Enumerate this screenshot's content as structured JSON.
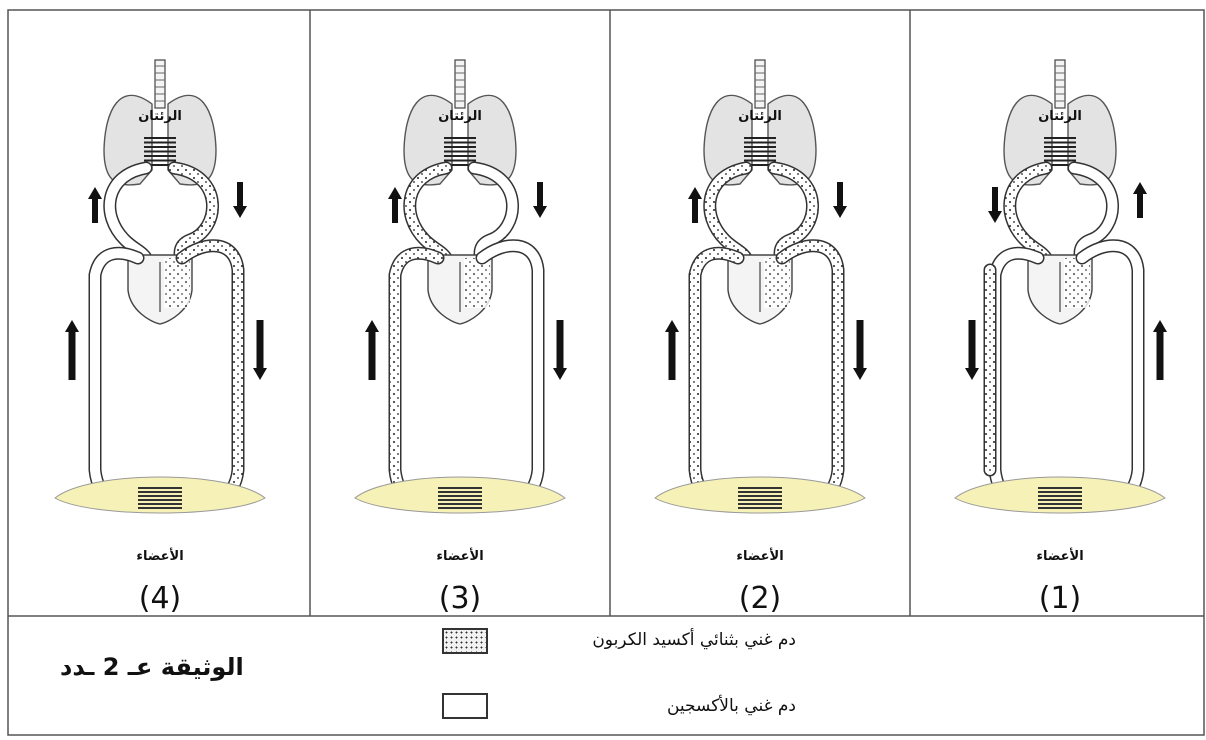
{
  "panels": [
    {
      "number": "(4)",
      "lungs_label": "الرئتان",
      "organs_label": "الأعضاء"
    },
    {
      "number": "(3)",
      "lungs_label": "الرئتان",
      "organs_label": "الأعضاء"
    },
    {
      "number": "(2)",
      "lungs_label": "الرئتان",
      "organs_label": "الأعضاء"
    },
    {
      "number": "(1)",
      "lungs_label": "الرئتان",
      "organs_label": "الأعضاء"
    }
  ],
  "legend": {
    "co2_label": "دم غني بثنائي أكسيد الكربون",
    "o2_label": "دم غني بالأكسجين"
  },
  "document_label": "الوثيقة عـ 2 ـدد",
  "colors": {
    "lungs": "#e3e3e3",
    "organs": "#f6f1b6",
    "border": "#555555"
  }
}
